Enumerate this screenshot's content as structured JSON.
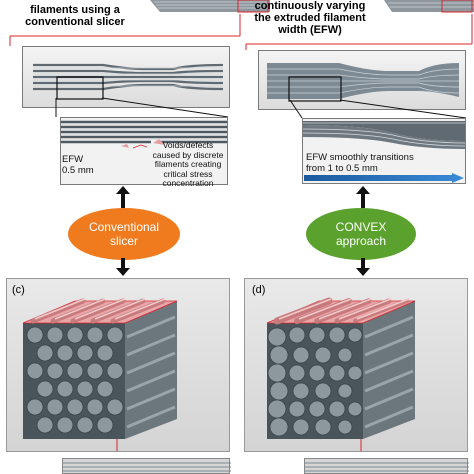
{
  "left": {
    "caption_lines": [
      "filaments using a",
      "conventional slicer"
    ],
    "efw_text_lines": [
      "EFW",
      "0.5 mm"
    ],
    "voids_text_lines": [
      "Voids/defects",
      "caused by discrete",
      "filaments creating",
      "critical stress",
      "concentration"
    ],
    "oval_lines": [
      "Conventional",
      "slicer"
    ],
    "panel_label": "(c)",
    "oval_color": "#f07b1f"
  },
  "right": {
    "caption_lines": [
      "continuously varying",
      "the extruded filament",
      "width (EFW)"
    ],
    "efw_text_lines": [
      "EFW smoothly transitions",
      "from 1 to 0.5 mm"
    ],
    "oval_lines": [
      "CONVEX",
      "approach"
    ],
    "panel_label": "(d)",
    "oval_color": "#5aa22d",
    "arrow_color": "#2a78c8"
  },
  "colors": {
    "accent_red": "#d9262b",
    "filament_top": "#e8a6a8",
    "filament_side": "#7d8a94"
  }
}
